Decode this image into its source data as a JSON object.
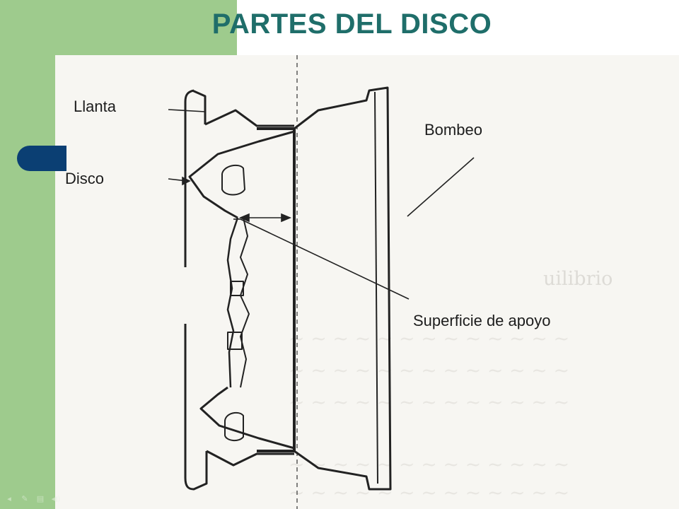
{
  "slide": {
    "title": "PARTES DEL DISCO",
    "colors": {
      "title": "#1f6e6a",
      "band": "#9ecb8d",
      "tab": "#0b3f73"
    }
  },
  "diagram": {
    "labels": {
      "llanta": "Llanta",
      "disco": "Disco",
      "bombeo": "Bombeo",
      "superficie": "Superficie de apoyo"
    }
  },
  "nav": {
    "icons": [
      "arrow-left-icon",
      "pen-icon",
      "menu-icon",
      "speaker-icon"
    ],
    "glyphs": [
      "◂",
      "✎",
      "▤",
      "◀)"
    ]
  }
}
